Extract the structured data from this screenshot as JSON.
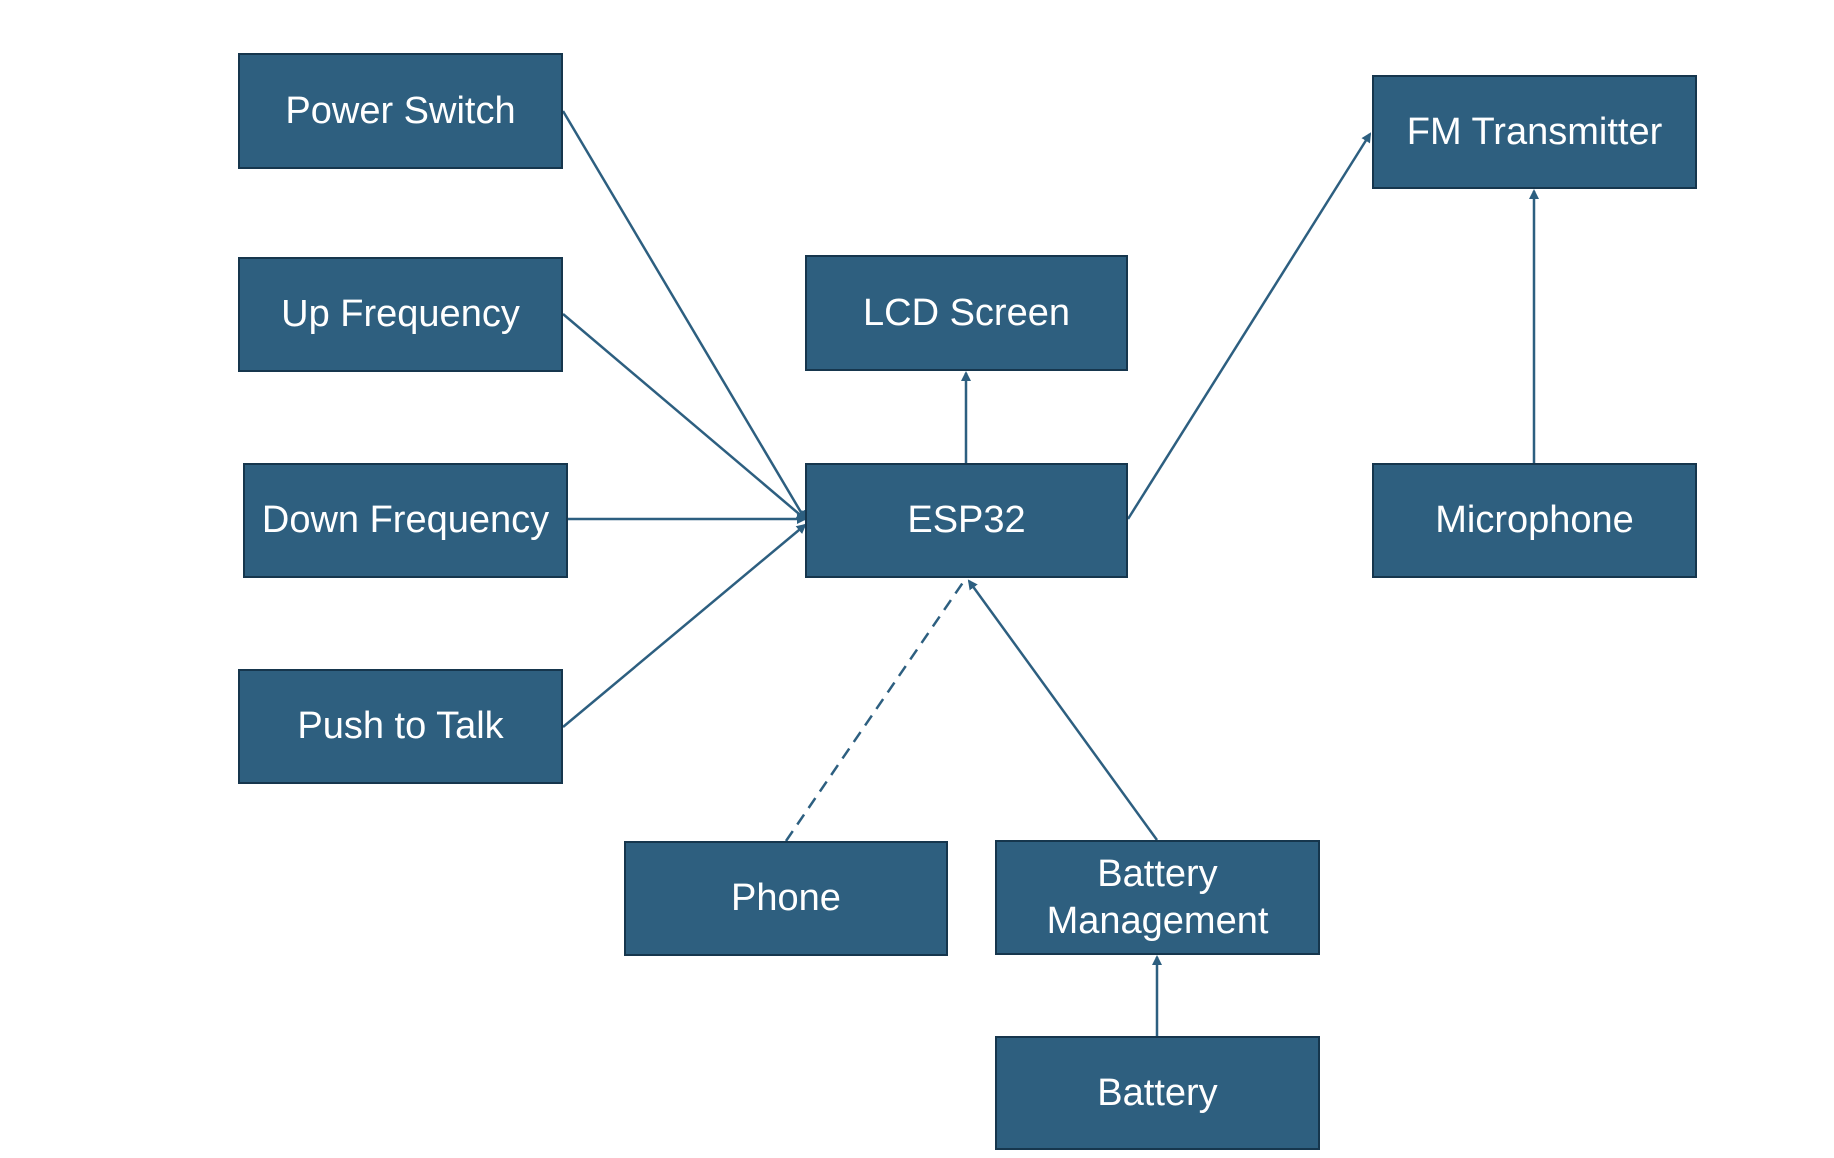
{
  "colors": {
    "block_fill": "#2e5f7f",
    "block_border": "#16364d",
    "block_text": "#ffffff",
    "connector": "#2d5f80",
    "background": "#ffffff"
  },
  "blocks": {
    "power_switch": "Power Switch",
    "up_frequency": "Up Frequency",
    "down_frequency": "Down Frequency",
    "push_to_talk": "Push to Talk",
    "lcd_screen": "LCD Screen",
    "esp32": "ESP32",
    "fm_transmitter": "FM Transmitter",
    "microphone": "Microphone",
    "phone": "Phone",
    "battery_management": "Battery\nManagement",
    "battery": "Battery"
  },
  "connections": [
    {
      "from": "Power Switch",
      "to": "ESP32",
      "style": "solid",
      "arrow": true
    },
    {
      "from": "Up Frequency",
      "to": "ESP32",
      "style": "solid",
      "arrow": true
    },
    {
      "from": "Down Frequency",
      "to": "ESP32",
      "style": "solid",
      "arrow": true
    },
    {
      "from": "Push to Talk",
      "to": "ESP32",
      "style": "solid",
      "arrow": true
    },
    {
      "from": "ESP32",
      "to": "LCD Screen",
      "style": "solid",
      "arrow": true
    },
    {
      "from": "ESP32",
      "to": "FM Transmitter",
      "style": "solid",
      "arrow": true
    },
    {
      "from": "Microphone",
      "to": "FM Transmitter",
      "style": "solid",
      "arrow": true
    },
    {
      "from": "Phone",
      "to": "ESP32",
      "style": "dashed",
      "arrow": false
    },
    {
      "from": "Battery Management",
      "to": "ESP32",
      "style": "solid",
      "arrow": true
    },
    {
      "from": "Battery",
      "to": "Battery Management",
      "style": "solid",
      "arrow": true
    }
  ]
}
